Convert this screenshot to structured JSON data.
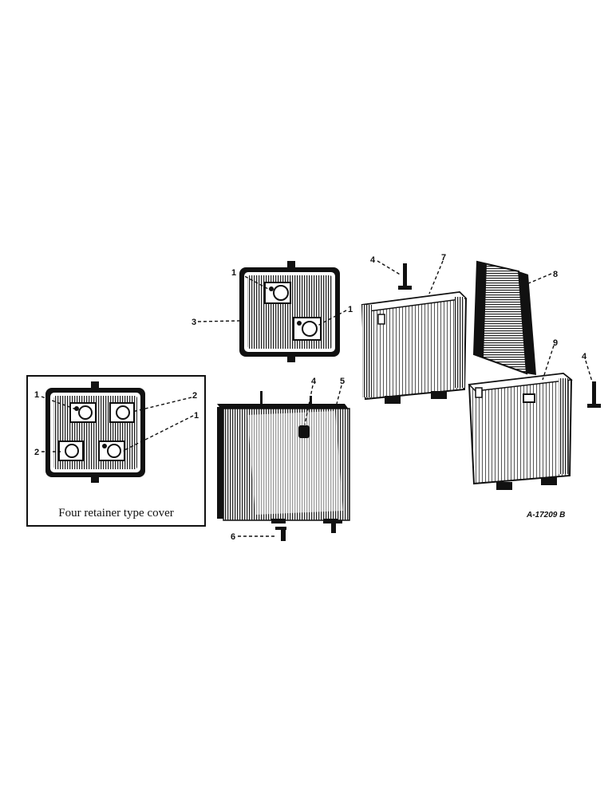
{
  "inset": {
    "caption": "Four retainer type cover"
  },
  "figure_id": "A-17209 B",
  "callouts": {
    "c1a": "1",
    "c1b": "1",
    "c3": "3",
    "c4a": "4",
    "c5": "5",
    "c6": "6",
    "c4b": "4",
    "c7": "7",
    "c8": "8",
    "c9": "9",
    "c4c": "4",
    "i1a": "1",
    "i2a": "2",
    "i1b": "1",
    "i2b": "2"
  }
}
